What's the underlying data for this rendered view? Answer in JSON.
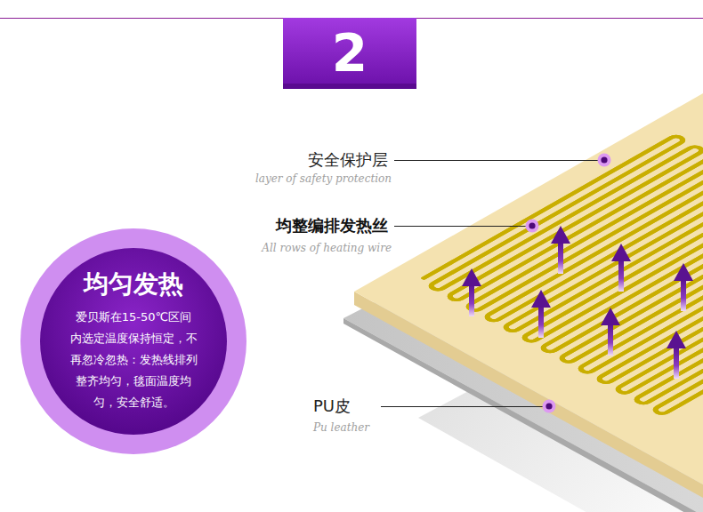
{
  "diagram": {
    "nodes": [
      {
        "text": [
          "2"
        ]
      },
      {
        "text": [
          "均匀发热",
          "爱贝斯在15-50℃区间 内选定温度保持恒定，不 再忽冷忽热：发热线排列 整齐均匀，毯面温度均 匀，安全舒适。"
        ]
      }
    ],
    "labels": [
      "安全保护层",
      "layer of safety protection",
      "均整编排发热丝",
      "All rows of heating wire",
      "PU皮",
      "Pu leather"
    ]
  }
}
